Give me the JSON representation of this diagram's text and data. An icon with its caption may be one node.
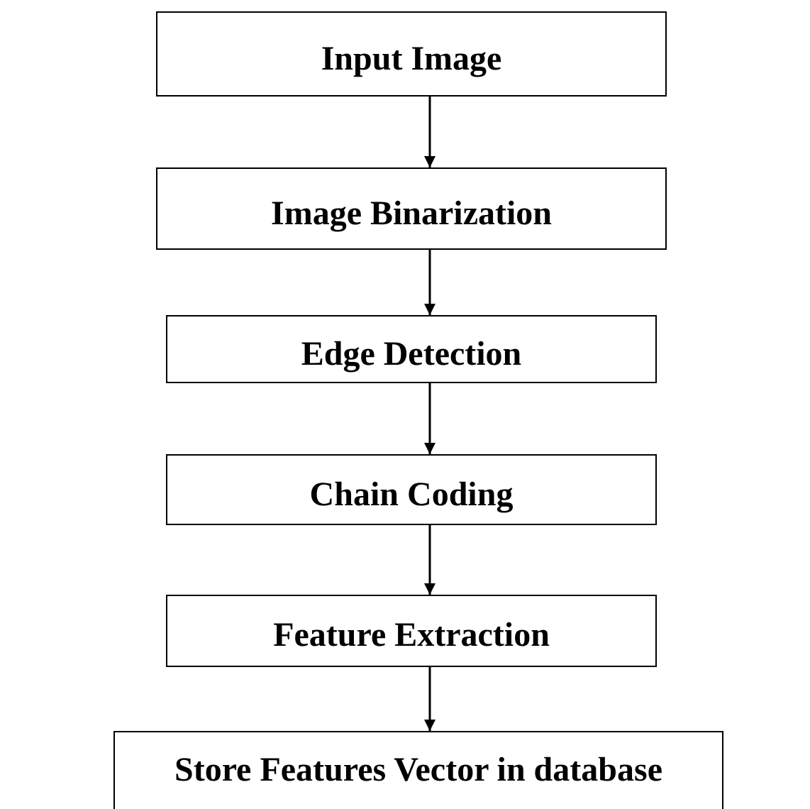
{
  "diagram": {
    "nodes": [
      {
        "text": [
          "Input Image"
        ]
      },
      {
        "text": [
          "Image Binarization"
        ]
      },
      {
        "text": [
          "Edge Detection"
        ]
      },
      {
        "text": [
          "Chain Coding"
        ]
      },
      {
        "text": [
          "Feature Extraction"
        ]
      },
      {
        "text": [
          "Store Features Vector in database"
        ]
      }
    ],
    "edges": [
      {
        "from": 0,
        "to": 1,
        "arrow": "to"
      },
      {
        "from": 1,
        "to": 2,
        "arrow": "to"
      },
      {
        "from": 2,
        "to": 3,
        "arrow": "to"
      },
      {
        "from": 3,
        "to": 4,
        "arrow": "to"
      },
      {
        "from": 4,
        "to": 5,
        "arrow": "to"
      }
    ]
  }
}
